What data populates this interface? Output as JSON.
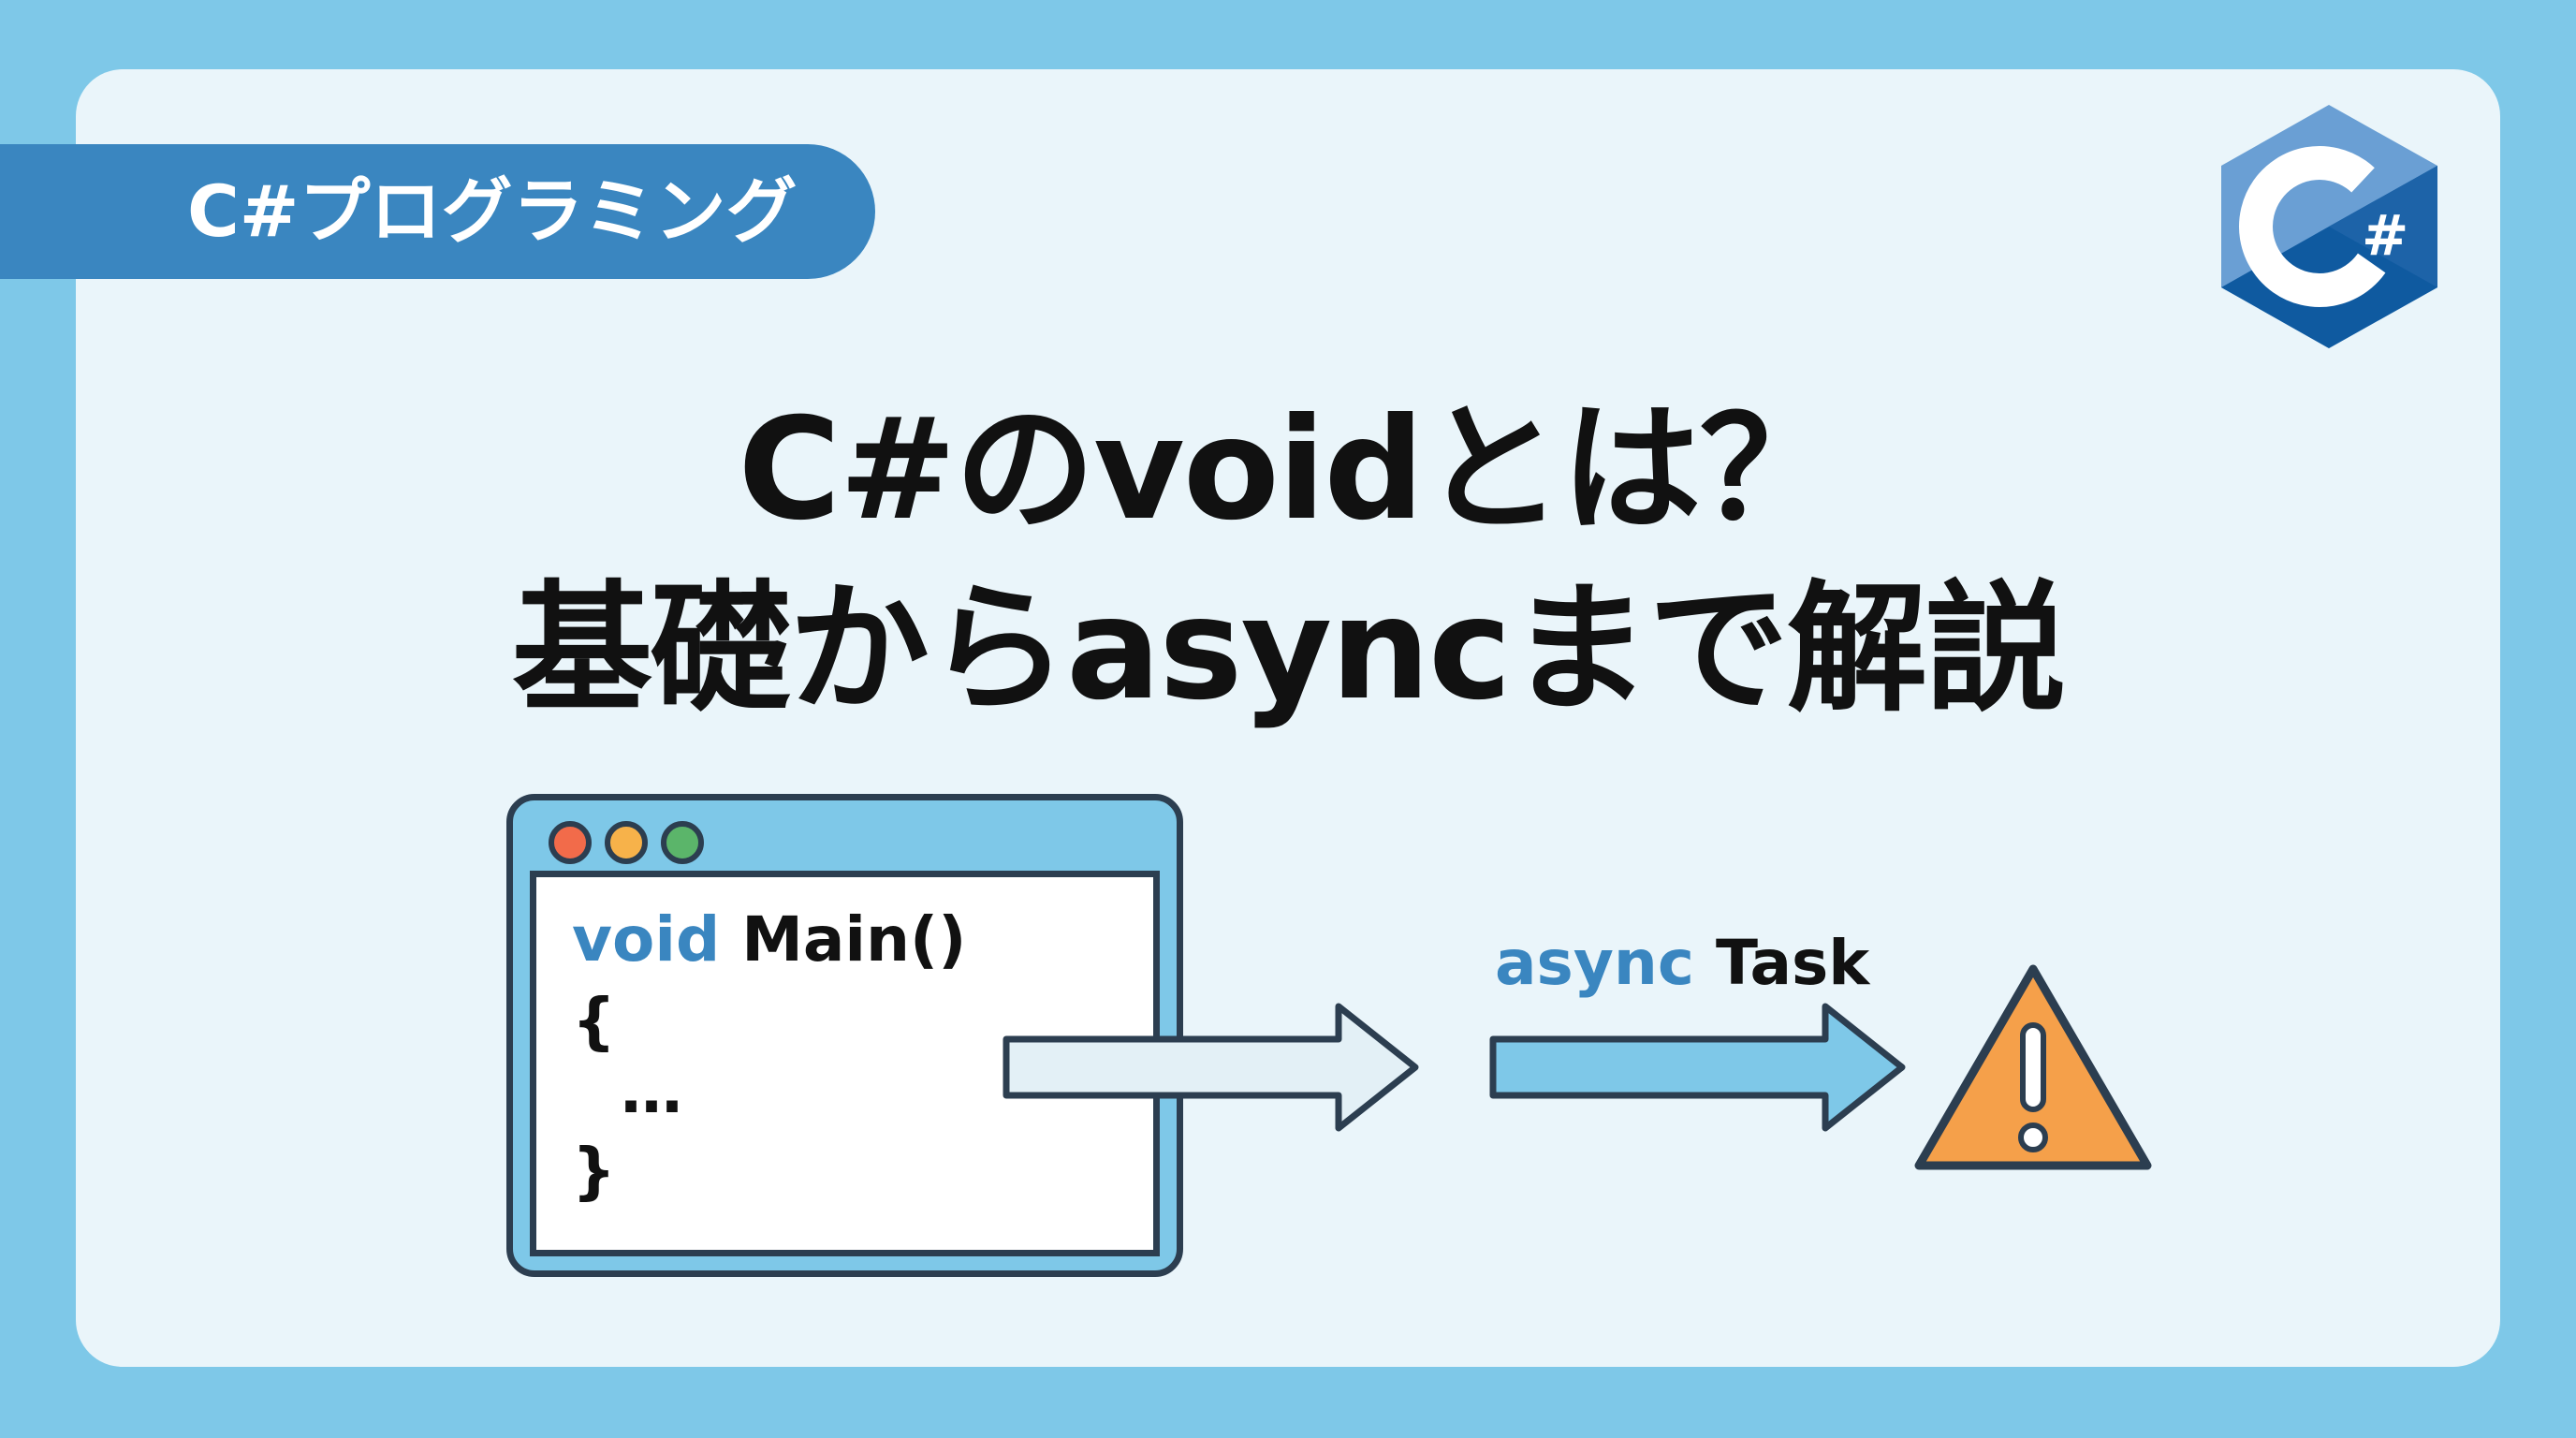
{
  "badge": {
    "label": "C#プログラミング"
  },
  "title": {
    "line1": "C#のvoidとは？",
    "line2": "基礎からasyncまで解説"
  },
  "logo": {
    "text": "C#"
  },
  "code_window": {
    "keyword": "void",
    "method": "Main()",
    "open_brace": "{",
    "ellipsis": "…",
    "close_brace": "}"
  },
  "async_label": {
    "keyword": "async",
    "type": "Task"
  },
  "colors": {
    "background": "#7ec8e8",
    "card": "#eaf5fa",
    "accent": "#3a86c0",
    "warning": "#f5a04a"
  }
}
